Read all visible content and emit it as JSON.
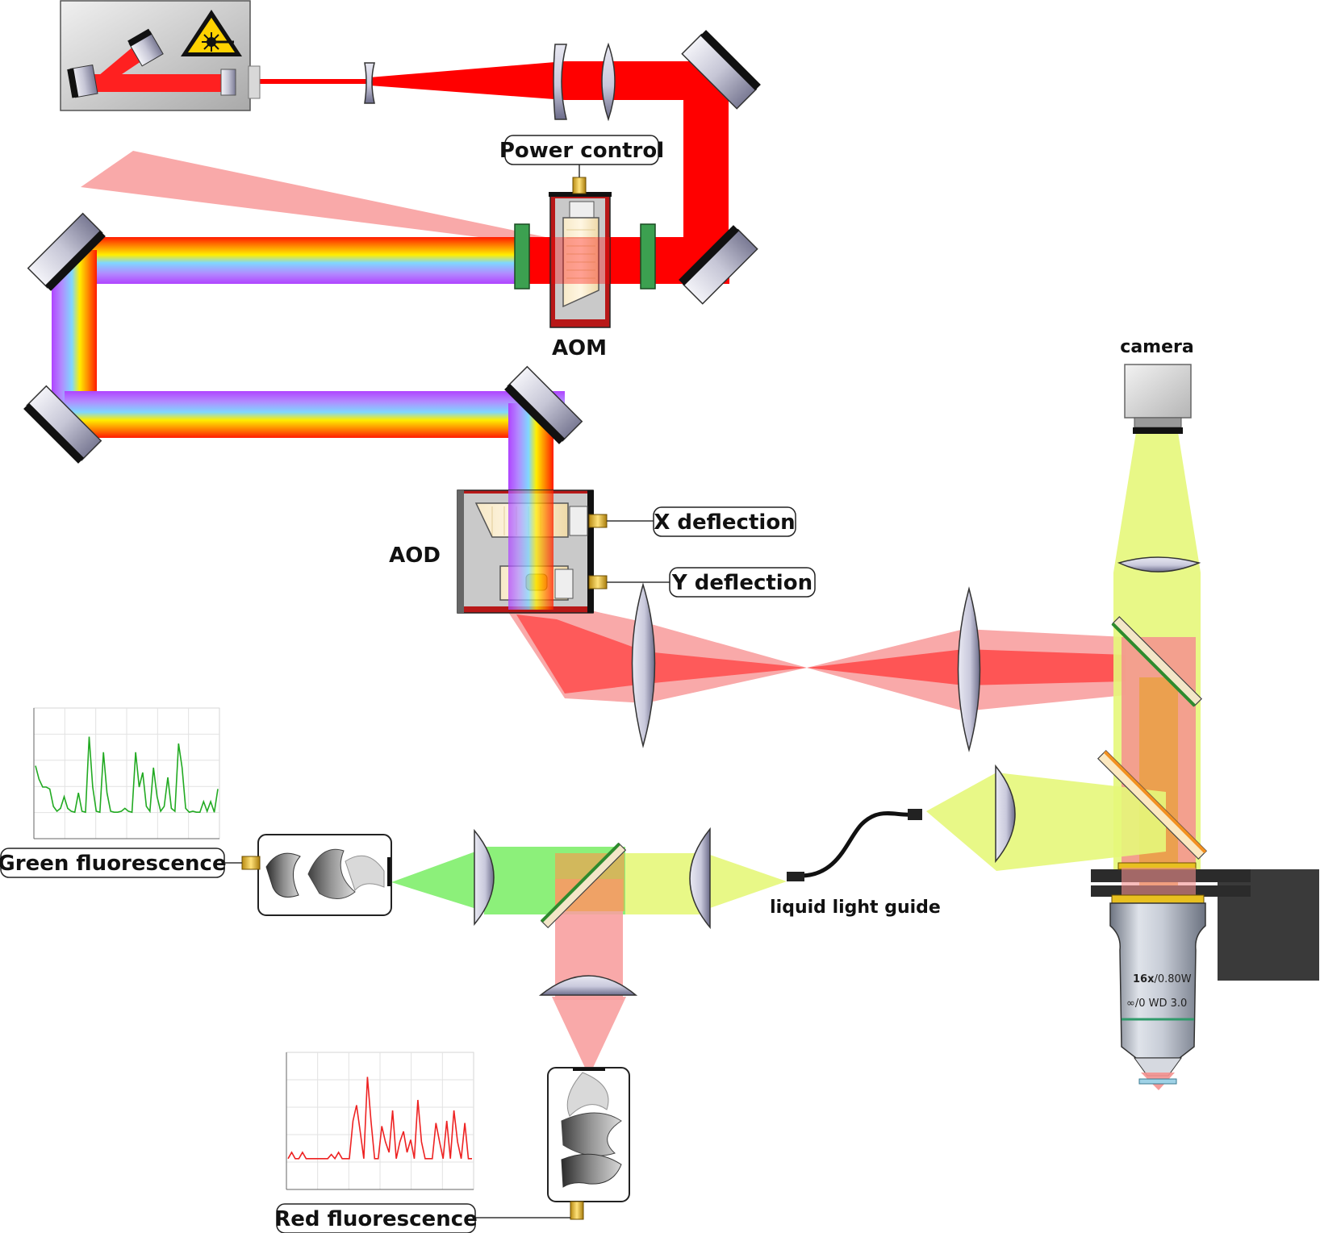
{
  "labels": {
    "power_control": "Power control",
    "aom": "AOM",
    "aod": "AOD",
    "x_deflection": "X deflection",
    "y_deflection": "Y deflection",
    "camera": "camera",
    "liquid_light_guide": "liquid light guide",
    "green_fluorescence": "Green fluorescence",
    "red_fluorescence": "Red fluorescence"
  },
  "objective": {
    "line1_mag": "16x",
    "line1_na": "/0.80W",
    "line2": "∞/0  WD  3.0"
  },
  "icons": [
    "laser-warning-icon",
    "mirror",
    "lens",
    "photomultiplier",
    "camera",
    "objective"
  ],
  "colors": {
    "laser_red": "#ff0000",
    "laser_red_light": "#f8a0a0",
    "fluorescence_yellow": "#e6f77a",
    "fluorescence_green": "#8cf07a",
    "dichroic_green": "#2e8b2e",
    "trace_green": "#22aa22",
    "trace_red": "#ee2222"
  },
  "traces": {
    "green": [
      0.52,
      0.38,
      0.3,
      0.3,
      0.28,
      0.1,
      0.05,
      0.08,
      0.2,
      0.08,
      0.05,
      0.04,
      0.24,
      0.05,
      0.04,
      0.82,
      0.3,
      0.05,
      0.04,
      0.66,
      0.24,
      0.05,
      0.04,
      0.04,
      0.05,
      0.08,
      0.05,
      0.04,
      0.66,
      0.3,
      0.45,
      0.1,
      0.05,
      0.5,
      0.2,
      0.05,
      0.1,
      0.4,
      0.08,
      0.05,
      0.75,
      0.5,
      0.08,
      0.04,
      0.05,
      0.04,
      0.04,
      0.15,
      0.05,
      0.15,
      0.04,
      0.28
    ],
    "red": [
      0.04,
      0.1,
      0.04,
      0.04,
      0.1,
      0.04,
      0.04,
      0.04,
      0.04,
      0.04,
      0.04,
      0.04,
      0.08,
      0.04,
      0.1,
      0.04,
      0.04,
      0.04,
      0.4,
      0.55,
      0.3,
      0.04,
      0.82,
      0.4,
      0.04,
      0.04,
      0.35,
      0.2,
      0.1,
      0.5,
      0.04,
      0.2,
      0.3,
      0.1,
      0.22,
      0.04,
      0.6,
      0.2,
      0.04,
      0.04,
      0.04,
      0.38,
      0.2,
      0.04,
      0.4,
      0.04,
      0.5,
      0.2,
      0.04,
      0.38,
      0.04,
      0.04
    ]
  }
}
